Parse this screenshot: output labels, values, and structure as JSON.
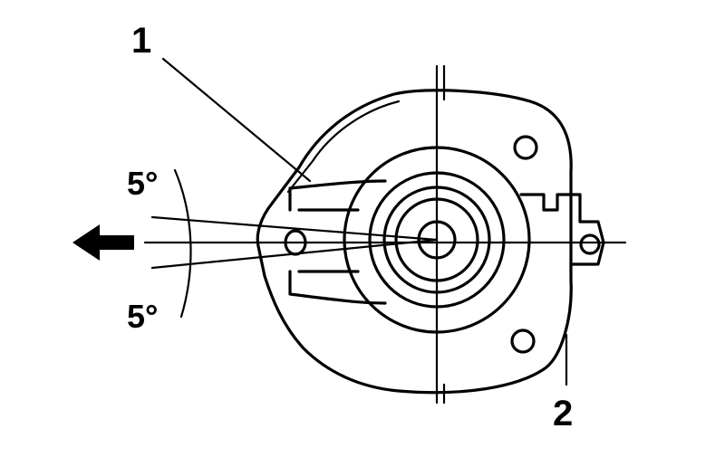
{
  "callouts": {
    "part_1": "1",
    "part_2": "2"
  },
  "angles": {
    "upper": "5°",
    "lower": "5°"
  },
  "colors": {
    "line": "#000000",
    "background": "#ffffff"
  },
  "icons": {
    "direction_arrow": "arrow-left-icon"
  }
}
